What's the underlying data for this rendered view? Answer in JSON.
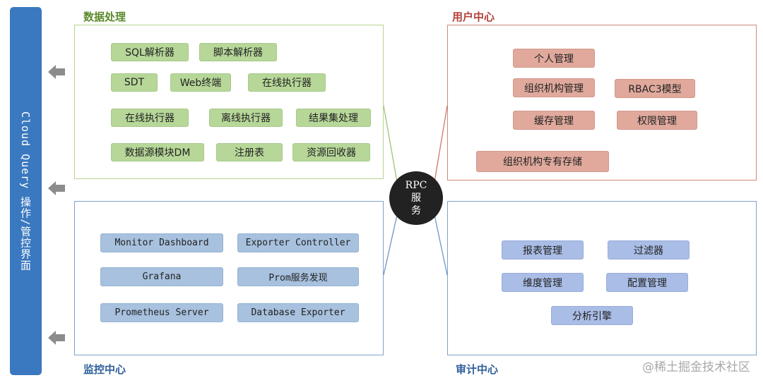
{
  "sidebar": {
    "label": "Cloud Query 操作/管控界面"
  },
  "center": {
    "line1": "RPC",
    "line2": "服",
    "line3": "务"
  },
  "panels": {
    "data_processing": {
      "title": "数据处理",
      "items": [
        "SQL解析器",
        "脚本解析器",
        "SDT",
        "Web终端",
        "在线执行器",
        "在线执行器",
        "离线执行器",
        "结果集处理",
        "数据源模块DM",
        "注册表",
        "资源回收器"
      ]
    },
    "user_center": {
      "title": "用户中心",
      "items": [
        "个人管理",
        "组织机构管理",
        "RBAC3模型",
        "缓存管理",
        "权限管理",
        "组织机构专有存储"
      ]
    },
    "monitor_center": {
      "title": "监控中心",
      "items": [
        "Monitor Dashboard",
        "Exporter Controller",
        "Grafana",
        "Prom服务发现",
        "Prometheus Server",
        "Database Exporter"
      ]
    },
    "audit_center": {
      "title": "审计中心",
      "items": [
        "报表管理",
        "过滤器",
        "维度管理",
        "配置管理",
        "分析引擎"
      ]
    }
  },
  "watermark": "@稀土掘金技术社区",
  "colors": {
    "sidebar": "#3a78bf",
    "data_border": "#b8d48e",
    "data_chip": "#b7d799",
    "user_border": "#cd8b7a",
    "user_chip": "#e0a99c",
    "monitor_chip": "#a7c1de",
    "audit_chip": "#a9bde6",
    "center": "#222222"
  }
}
